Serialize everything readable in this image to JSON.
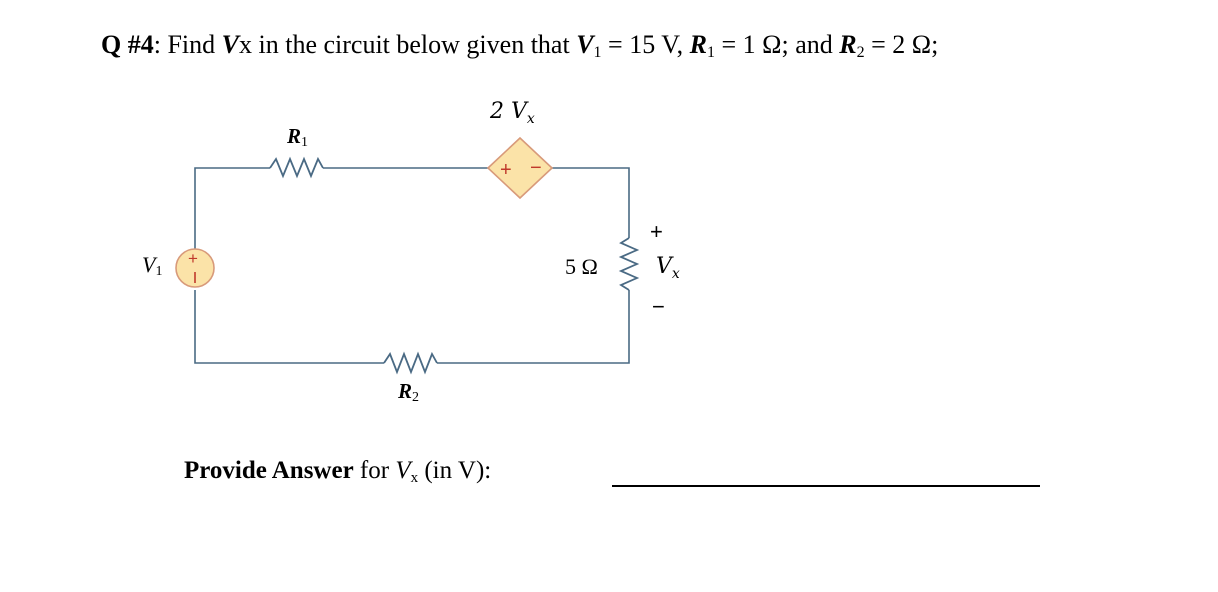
{
  "question": {
    "q": "Q",
    "num": "#4",
    "pre": ": Find ",
    "vx_sym": "V",
    "vx_sub": "x",
    "mid": " in the circuit below given that ",
    "v1_sym": "V",
    "v1_sub": "1",
    "v1_val": " = 15 V, ",
    "r1_sym": "R",
    "r1_sub": "1",
    "r1_val": " = 1 Ω; and ",
    "r2_sym": "R",
    "r2_sub": "2",
    "r2_val": " = 2 Ω;"
  },
  "circuit": {
    "r1": {
      "sym": "R",
      "sub": "1"
    },
    "r2": {
      "sym": "R",
      "sub": "2"
    },
    "v1": {
      "sym": "V",
      "sub": "1"
    },
    "dep_source": {
      "coef": "2 ",
      "sym": "V",
      "sub": "x"
    },
    "resistor_5": "5 Ω",
    "vx": {
      "sym": "V",
      "sub": "x",
      "plus": "+",
      "minus": "−"
    }
  },
  "answer": {
    "bold": "Provide Answer",
    "pre": " for ",
    "sym": "V",
    "sub": "x",
    "post": " (in V):",
    "value": ""
  },
  "colors": {
    "wire": "#4a6a84",
    "source_fill": "#fbe3a8",
    "source_stroke": "#d89a7a",
    "sign": "#c0392b"
  }
}
